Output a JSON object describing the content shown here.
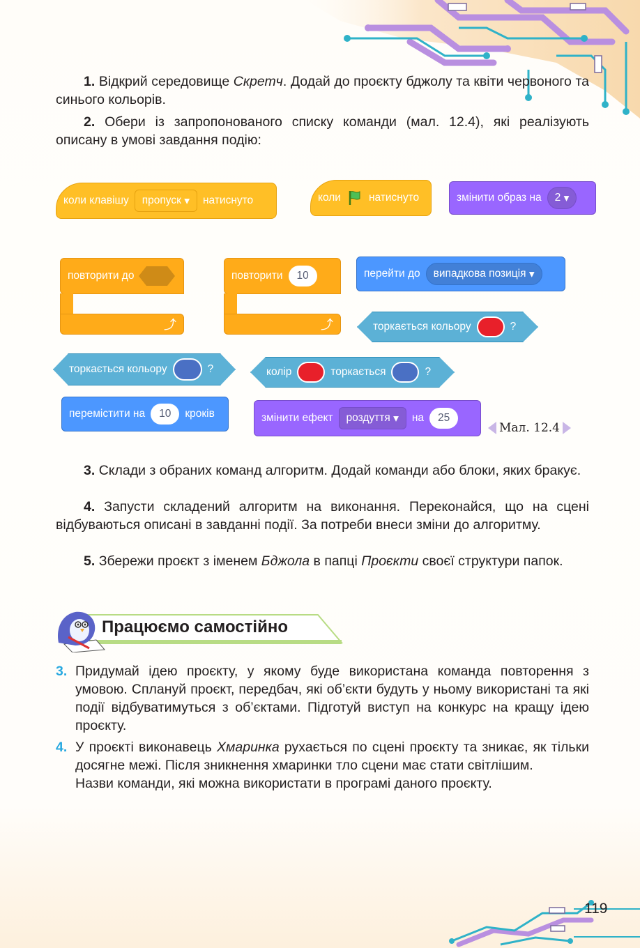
{
  "task1": {
    "num": "1.",
    "pre": "Відкрий середовище ",
    "em": "Скретч",
    "post": ". Додай до проєкту бджолу та квіти червоного та синього кольорів."
  },
  "task2": {
    "num": "2.",
    "text": "Обери із запропонованого списку команди (мал. 12.4), які реалізують описану в умові завдання подію:"
  },
  "blocks": {
    "when_key": {
      "a": "коли клавішу",
      "dd": "пропуск",
      "b": "натиснуто"
    },
    "when_flag": {
      "a": "коли",
      "b": "натиснуто"
    },
    "switch_costume": {
      "a": "змінити образ на",
      "dd": "2"
    },
    "repeat_until": {
      "a": "повторити до"
    },
    "repeat": {
      "a": "повторити",
      "val": "10"
    },
    "goto": {
      "a": "перейти до",
      "dd": "випадкова позиція"
    },
    "touch_color_red": {
      "a": "торкається кольору",
      "q": "?"
    },
    "touch_color_blue": {
      "a": "торкається кольору",
      "q": "?"
    },
    "color_touch": {
      "a": "колір",
      "b": "торкається",
      "q": "?"
    },
    "move": {
      "a": "перемістити на",
      "val": "10",
      "b": "кроків"
    },
    "change_effect": {
      "a": "змінити ефект",
      "dd": "роздуття",
      "b": "на",
      "val": "25"
    },
    "caption": "Мал. 12.4"
  },
  "task3": {
    "num": "3.",
    "text": "Склади з обраних команд алгоритм. Додай команди або блоки, яких бракує."
  },
  "task4": {
    "num": "4.",
    "text": "Запусти складений алгоритм на виконання. Переконайся, що на сцені відбуваються описані в завданні події. За потреби внеси зміни до алгоритму."
  },
  "task5": {
    "num": "5.",
    "pre": "Збережи проєкт з іменем ",
    "em1": "Бджола",
    "mid": " в папці ",
    "em2": "Проєкти",
    "post": " своєї структури папок."
  },
  "section_title": "Працюємо самостійно",
  "self3": {
    "num": "3.",
    "text": "Придумай ідею проєкту, у якому буде використана команда повторення з умовою. Сплануй проєкт, передбач, які об’єкти будуть у ньому використані та які події відбуватимуться з об’єктами. Підготуй виступ на конкурс на кращу ідею проєкту."
  },
  "self4": {
    "num": "4.",
    "pre": "У проєкті виконавець ",
    "em": "Хмаринка",
    "post": " рухається по сцені проєкту та зникає, як тільки досягне межі. Після зникнення хмаринки тло сцени має стати світлішим.",
    "extra": "Назви команди, які можна використати в програмі даного проєкту."
  },
  "page_number": "119",
  "colors": {
    "events": "#ffbf26",
    "control": "#ffab19",
    "looks": "#9966ff",
    "motion": "#4c97ff",
    "sensing": "#5cb1d6",
    "accent": "#29a9e0",
    "red": "#e8202a",
    "blue": "#4a70c4"
  }
}
